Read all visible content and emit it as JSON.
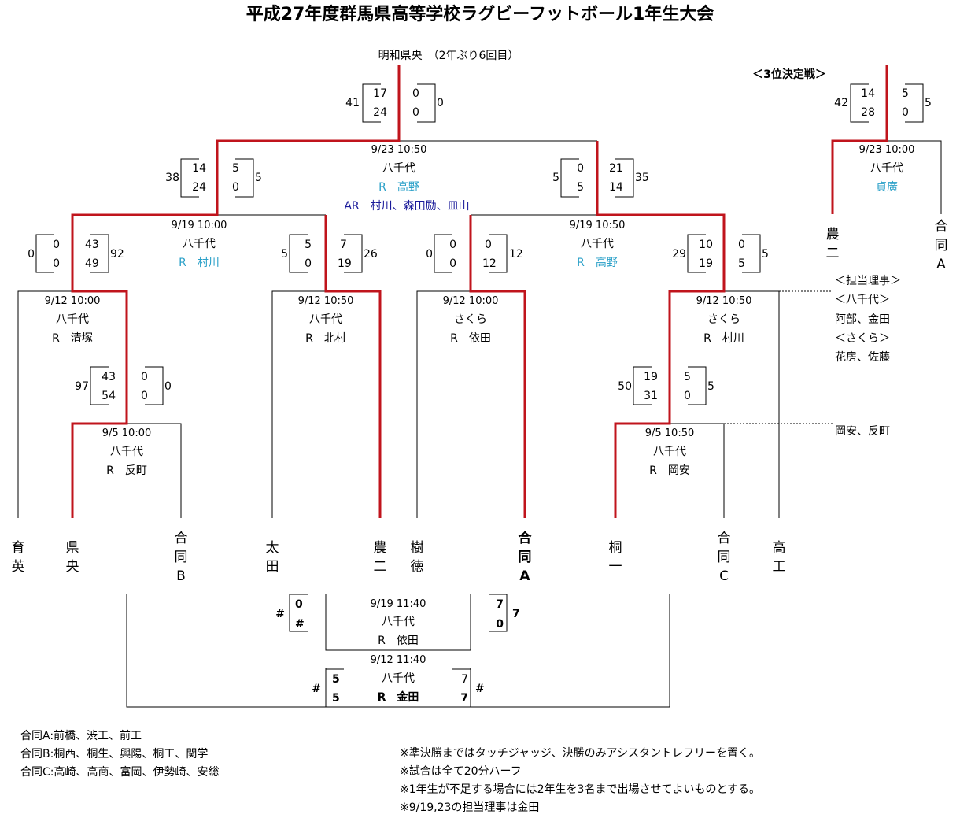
{
  "title": "平成27年度群馬県高等学校ラグビーフットボール1年生大会",
  "champion": "明和県央　（2年ぶり6回目）",
  "third_place_label": "＜3位決定戦＞",
  "teams": [
    "育英",
    "県央",
    "合同B",
    "太田",
    "農二",
    "樹徳",
    "合同A",
    "桐一",
    "合同C",
    "高工"
  ],
  "matches": {
    "final": {
      "time": "9/23 10:50",
      "venue": "八千代",
      "referee": "R　高野",
      "ar": "AR　村川、森田励、皿山",
      "left": {
        "total": "41",
        "h1": "17",
        "h2": "24"
      },
      "right": {
        "total": "0",
        "h1": "0",
        "h2": "0"
      }
    },
    "sf1": {
      "time": "9/19 10:00",
      "venue": "八千代",
      "referee": "R　村川",
      "left": {
        "total": "38",
        "h1": "14",
        "h2": "24"
      },
      "right": {
        "total": "5",
        "h1": "5",
        "h2": "0"
      }
    },
    "sf2": {
      "time": "9/19 10:50",
      "venue": "八千代",
      "referee": "R　高野",
      "left": {
        "total": "5",
        "h1": "0",
        "h2": "5"
      },
      "right": {
        "total": "35",
        "h1": "21",
        "h2": "14"
      }
    },
    "qf1": {
      "time": "9/12 10:00",
      "venue": "八千代",
      "referee": "R　清塚",
      "left": {
        "total": "0",
        "h1": "0",
        "h2": "0"
      },
      "right": {
        "total": "92",
        "h1": "43",
        "h2": "49"
      }
    },
    "qf2": {
      "time": "9/12 10:50",
      "venue": "八千代",
      "referee": "R　北村",
      "left": {
        "total": "5",
        "h1": "5",
        "h2": "0"
      },
      "right": {
        "total": "26",
        "h1": "7",
        "h2": "19"
      }
    },
    "qf3": {
      "time": "9/12 10:00",
      "venue": "さくら",
      "referee": "R　依田",
      "left": {
        "total": "0",
        "h1": "0",
        "h2": "0"
      },
      "right": {
        "total": "12",
        "h1": "0",
        "h2": "12"
      }
    },
    "qf4": {
      "time": "9/12 10:50",
      "venue": "さくら",
      "referee": "R　村川",
      "left": {
        "total": "29",
        "h1": "10",
        "h2": "19"
      },
      "right": {
        "total": "5",
        "h1": "0",
        "h2": "5"
      }
    },
    "r1a": {
      "time": "9/5 10:00",
      "venue": "八千代",
      "referee": "R　反町",
      "left": {
        "total": "97",
        "h1": "43",
        "h2": "54"
      },
      "right": {
        "total": "0",
        "h1": "0",
        "h2": "0"
      }
    },
    "r1b": {
      "time": "9/5 10:50",
      "venue": "八千代",
      "referee": "R　岡安",
      "left": {
        "total": "50",
        "h1": "19",
        "h2": "31"
      },
      "right": {
        "total": "5",
        "h1": "5",
        "h2": "0"
      }
    },
    "third": {
      "time": "9/23 10:00",
      "venue": "八千代",
      "referee": "貞廣",
      "left": {
        "total": "42",
        "h1": "14",
        "h2": "28"
      },
      "right": {
        "total": "5",
        "h1": "5",
        "h2": "0"
      },
      "teams": [
        "農二",
        "合同A"
      ]
    },
    "cons1": {
      "time": "9/19 11:40",
      "venue": "八千代",
      "referee": "R　依田",
      "left": {
        "total": "#",
        "h1": "0",
        "h2": "#"
      },
      "right": {
        "total": "7",
        "h1": "7",
        "h2": "0"
      }
    },
    "cons2": {
      "time": "9/12 11:40",
      "venue": "八千代",
      "referee": "R　金田",
      "left": {
        "total": "#",
        "h1": "5",
        "h2": "5"
      },
      "right": {
        "total": "#",
        "h1": "7",
        "h2": "7"
      }
    }
  },
  "officials": {
    "header": "＜担当理事＞",
    "yachiyo_label": "＜八千代＞",
    "yachiyo_names": "阿部、金田",
    "sakura_label": "＜さくら＞",
    "sakura_names": "花房、佐藤",
    "round1_names": "岡安、反町"
  },
  "combined_teams": [
    "合同A:前橋、渋工、前工",
    "合同B:桐西、桐生、興陽、桐工、関学",
    "合同C:高崎、高商、富岡、伊勢崎、安総"
  ],
  "notes": [
    "※準決勝まではタッチジャッジ、決勝のみアシスタントレフリーを置く。",
    "※試合は全て20分ハーフ",
    "※1年生が不足する場合には2年生を3名まで出場させてよいものとする。",
    "※9/19,23の担当理事は金田"
  ],
  "colors": {
    "winner_line": "#c0141c",
    "line": "#000000",
    "referee": "#2aa0c8",
    "ar": "#1a1a9a"
  }
}
